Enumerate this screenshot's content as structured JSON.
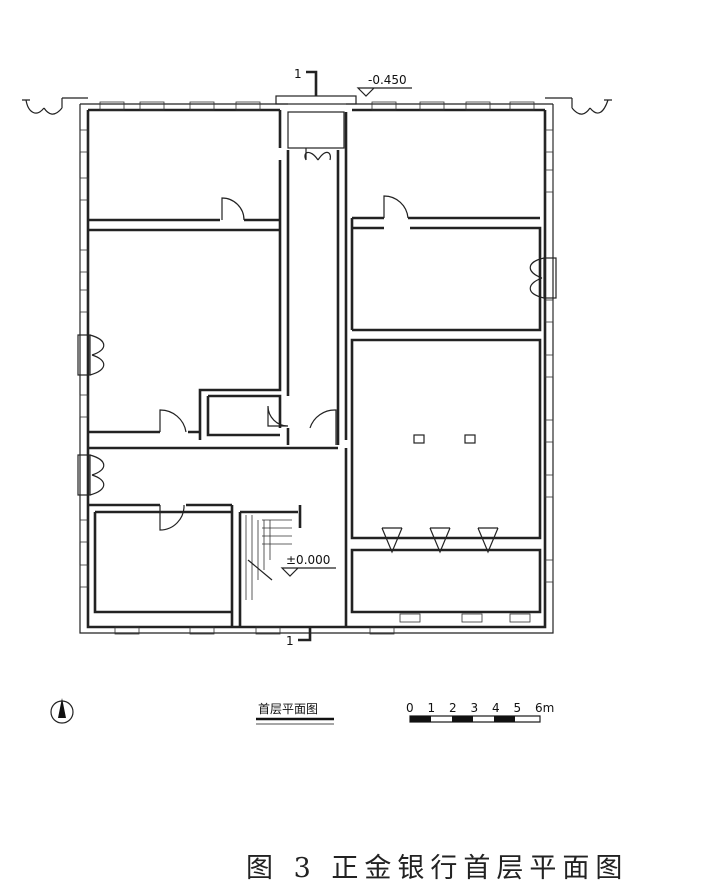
{
  "plan": {
    "section_mark_top": "1",
    "section_mark_bottom": "1",
    "elevation_top": "-0.450",
    "elevation_ground": "±0.000",
    "title": "首层平面图",
    "scale_ticks": [
      "0",
      "1",
      "2",
      "3",
      "4",
      "5",
      "6m"
    ],
    "north_icon": "north-arrow-icon"
  },
  "caption": "图 3  正金银行首层平面图"
}
